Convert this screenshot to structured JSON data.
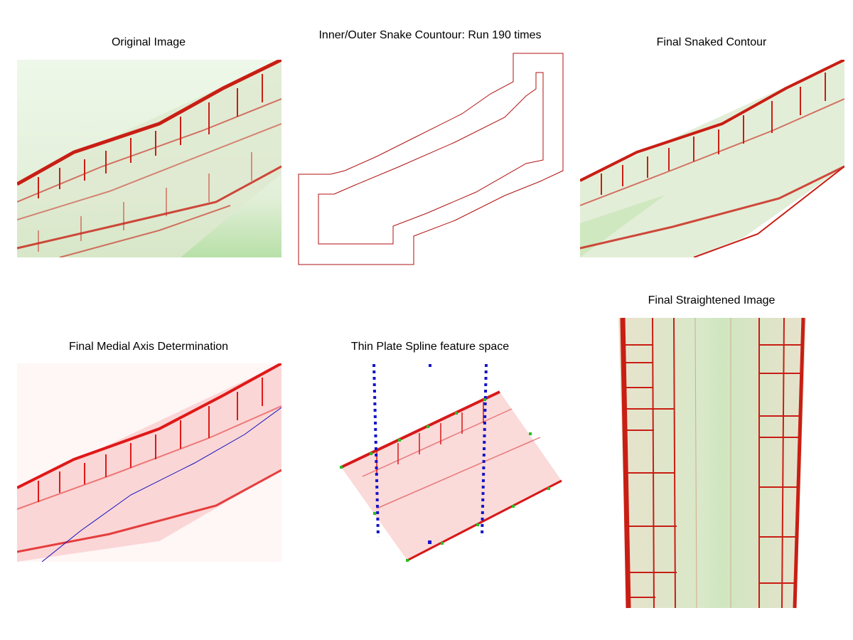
{
  "panels": [
    {
      "title": "Original Image"
    },
    {
      "title": "Inner/Outer Snake Countour: Run 190 times"
    },
    {
      "title": "Final Snaked Contour"
    },
    {
      "title": "Final Medial Axis Determination"
    },
    {
      "title": "Thin Plate Spline feature space"
    },
    {
      "title": "Final Straightened Image"
    }
  ],
  "colors": {
    "cell_wall": "#c81e14",
    "background": "#eef6e6",
    "contour": "#b01010",
    "medial_axis": "#1010c0",
    "landmark": "#22c022"
  }
}
